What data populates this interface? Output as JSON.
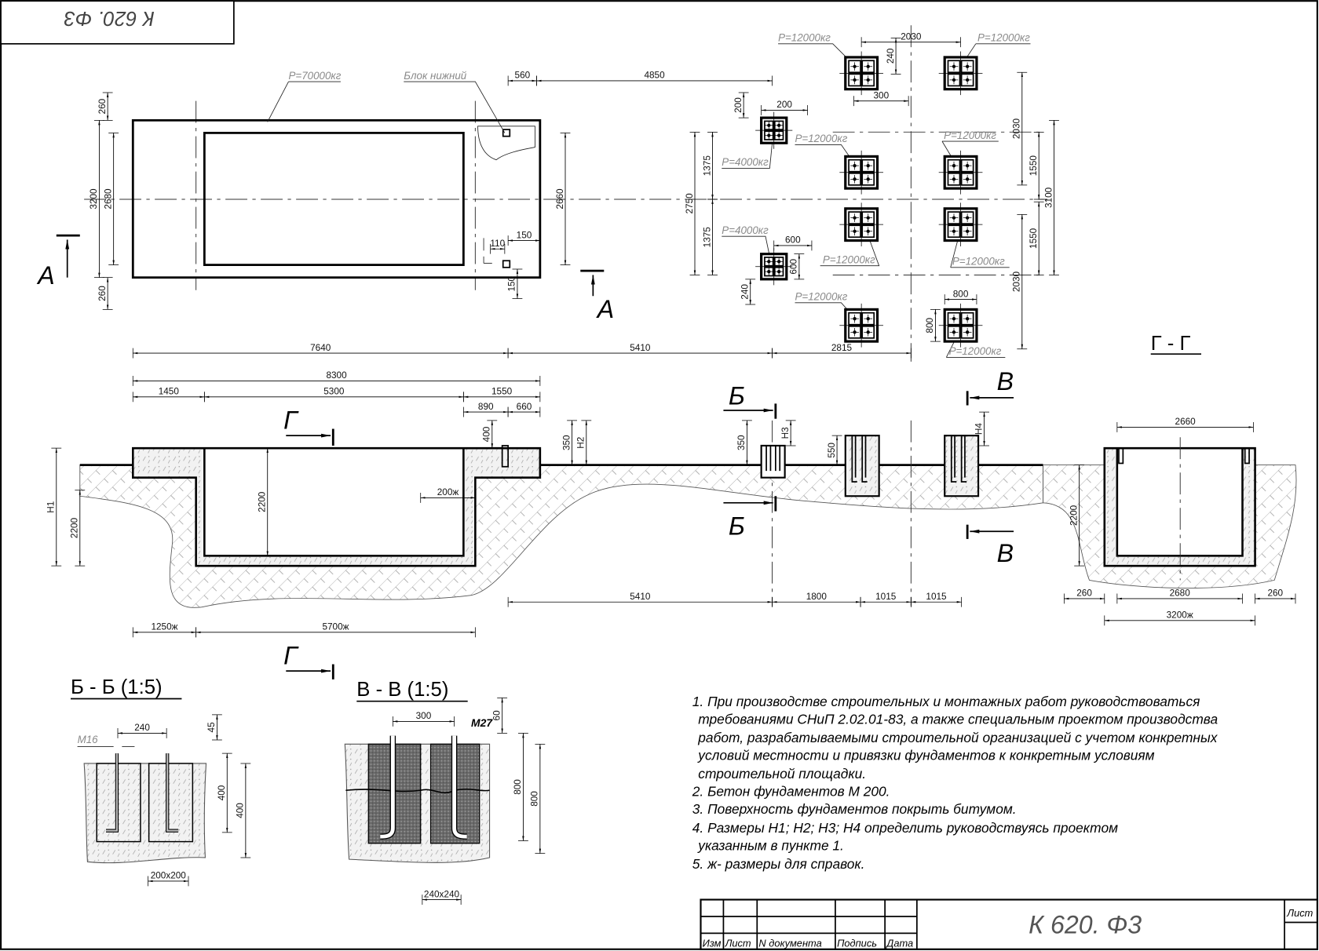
{
  "stamp_top": "К 620. Φ3",
  "plan": {
    "load_main": "P=70000кг",
    "block_label": "Блок нижний",
    "section_mark": "А",
    "load_small": "P=4000кг",
    "load_large": "P=12000кг",
    "dims": [
      "260",
      "3200",
      "2680",
      "260",
      "560",
      "4850",
      "2660",
      "110",
      "150",
      "150",
      "7640",
      "5410",
      "2815",
      "200",
      "200",
      "2750",
      "1375",
      "1375",
      "600",
      "600",
      "240",
      "2030",
      "240",
      "300",
      "2030",
      "1550",
      "3100",
      "1550",
      "2030",
      "800",
      "800"
    ]
  },
  "profile": {
    "section_g": "Г",
    "section_b": "Б",
    "section_v": "В",
    "dims": [
      "8300",
      "1450",
      "5300",
      "1550",
      "890",
      "660",
      "400",
      "350",
      "H2",
      "H1",
      "2200",
      "2200",
      "200ж",
      "350",
      "H3",
      "550",
      "H4",
      "1250ж",
      "5700ж",
      "5410",
      "1800",
      "1015",
      "1015"
    ]
  },
  "section_gg": {
    "title": "Г - Г",
    "dims": [
      "2660",
      "2200",
      "260",
      "2680",
      "260",
      "3200ж"
    ]
  },
  "section_bb": {
    "title": "Б - Б (1:5)",
    "bolt": "M16",
    "dims": [
      "240",
      "45",
      "400",
      "400",
      "200x200"
    ]
  },
  "section_vv": {
    "title": "В - В (1:5)",
    "bolt": "M27",
    "dims": [
      "300",
      "60",
      "800",
      "800",
      "240x240"
    ]
  },
  "notes": [
    "1. При производстве строительных и монтажных работ руководствоваться",
    "требованиями СНиП 2.02.01-83, а также специальным проектом производства",
    "работ, разрабатываемыми строительной организацией с учетом конкретных",
    "условий местности и привязки фундаментов к конкретным условиям",
    "строительной площадки.",
    "2. Бетон фундаментов М 200.",
    "3. Поверхность фундаментов покрыть битумом.",
    "4. Размеры Н1; Н2; Н3; Н4 определить руководствуясь проектом",
    "указанным в пункте 1.",
    "5. ж- размеры для справок."
  ],
  "title_block": {
    "code": "К 620. Φ3",
    "sheet_label": "Лист",
    "columns": [
      "Изм",
      "Лист",
      "N документа",
      "Подпись",
      "Дата"
    ]
  }
}
